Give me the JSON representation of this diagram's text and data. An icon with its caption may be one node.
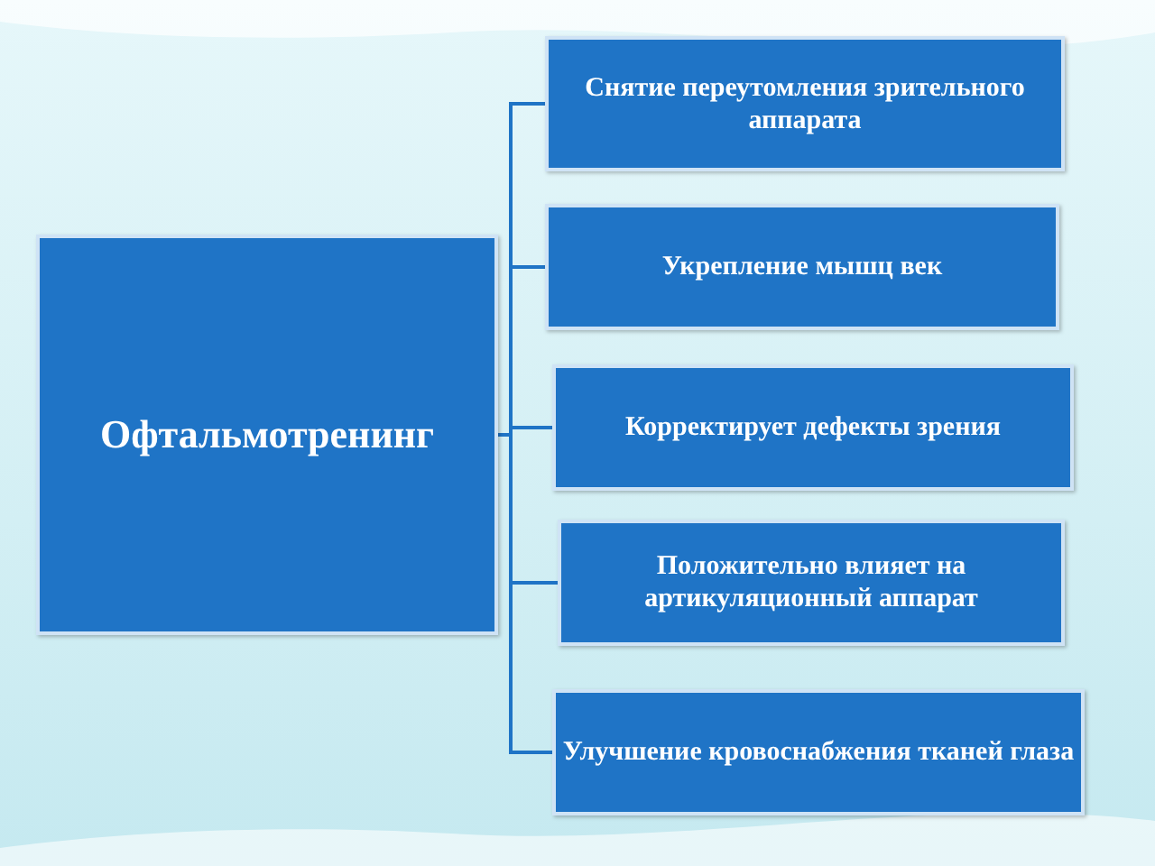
{
  "diagram": {
    "nodes": [
      {
        "text": [
          "Офтальмотренинг"
        ]
      },
      {
        "text": [
          "Снятие переутомления зрительного аппарата"
        ]
      },
      {
        "text": [
          "Укрепление мышц век"
        ]
      },
      {
        "text": [
          "Корректирует дефекты зрения"
        ]
      },
      {
        "text": [
          "Положительно влияет на артикуляционный аппарат"
        ]
      },
      {
        "text": [
          "Улучшение кровоснабжения тканей глаза"
        ]
      }
    ],
    "edges": [
      {
        "from": 0,
        "to": 1,
        "arrow": "none"
      },
      {
        "from": 0,
        "to": 2,
        "arrow": "none"
      },
      {
        "from": 0,
        "to": 3,
        "arrow": "none"
      },
      {
        "from": 0,
        "to": 4,
        "arrow": "none"
      },
      {
        "from": 0,
        "to": 5,
        "arrow": "none"
      }
    ]
  }
}
